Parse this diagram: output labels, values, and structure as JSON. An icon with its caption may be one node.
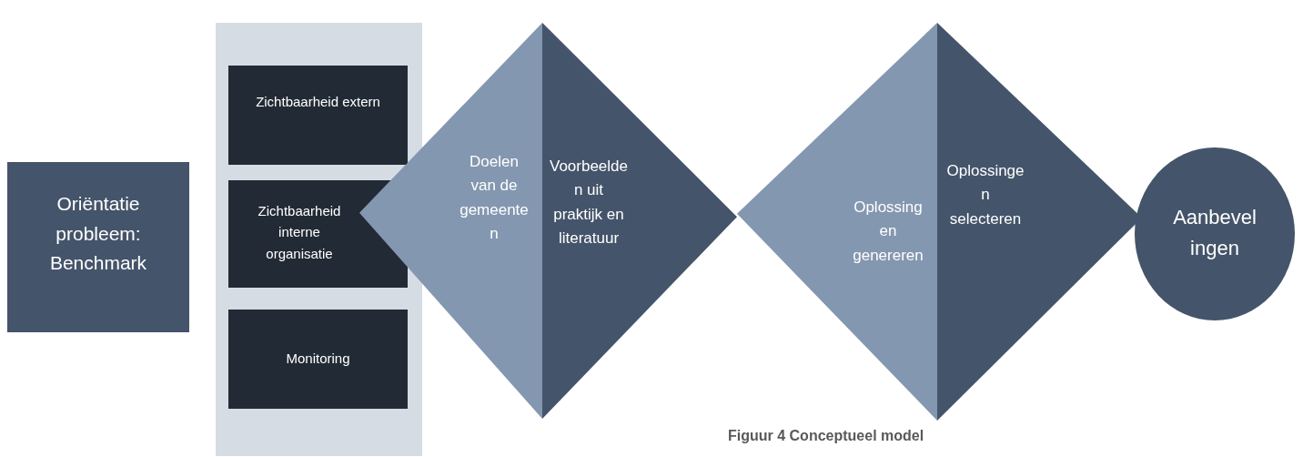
{
  "diagram": {
    "caption": "Figuur 4 Conceptueel model",
    "nodes": [
      {
        "text": [
          "Oriëntatie probleem: Benchmark"
        ]
      },
      {
        "text": [],
        "shape": "box"
      },
      {
        "text": [
          "Zichtbaarheid extern"
        ],
        "in": 1
      },
      {
        "text": [
          "Zichtbaarheid interne organisatie"
        ],
        "in": 1
      },
      {
        "text": [
          "Monitoring"
        ],
        "in": 1
      },
      {
        "text": [
          "Doelen van de gemeenten"
        ]
      },
      {
        "text": [
          "Voorbeelden uit praktijk en literatuur"
        ]
      },
      {
        "text": [
          "Oplossingen genereren"
        ]
      },
      {
        "text": [
          "Oplossingen selecteren"
        ]
      },
      {
        "text": [
          "Aanbevelingen"
        ]
      }
    ],
    "edges": []
  }
}
